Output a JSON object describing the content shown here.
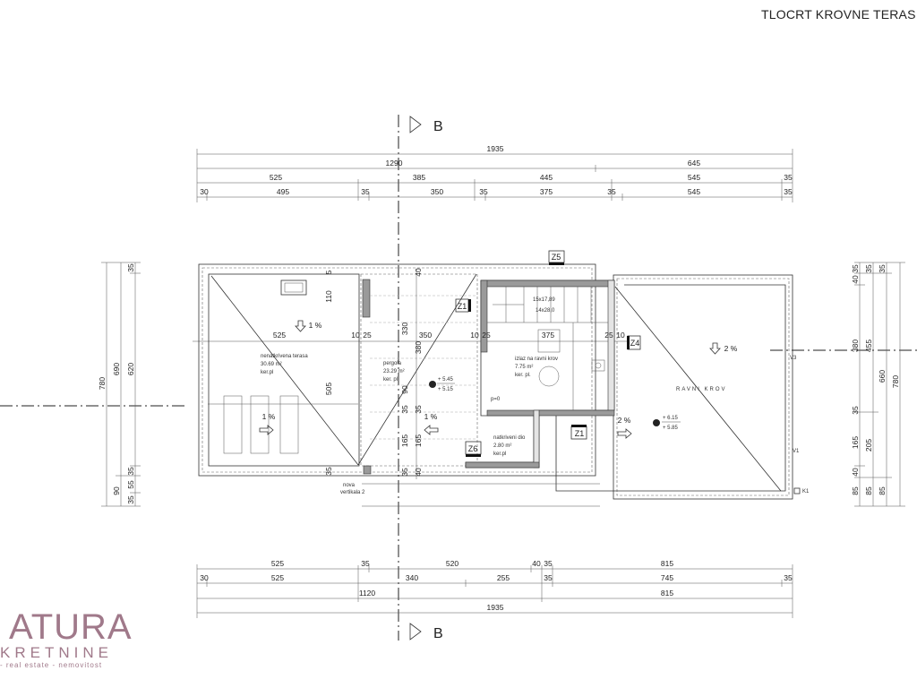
{
  "title": "TLOCRT KROVNE TERAS",
  "section_marker": "B",
  "logo": {
    "line1": "ATURA",
    "line2": "KRETNINE",
    "line3": "- real estate - nemovitost"
  },
  "dims_top": {
    "r1": [
      "1935"
    ],
    "r2": [
      "1290",
      "645"
    ],
    "r3": [
      "525",
      "385",
      "445",
      "545",
      "35"
    ],
    "r4": [
      "30",
      "495",
      "35",
      "350",
      "35",
      "375",
      "35",
      "545",
      "35"
    ]
  },
  "dims_bottom": {
    "r1": [
      "525",
      "35",
      "520",
      "40",
      "35",
      "815"
    ],
    "r2": [
      "30",
      "525",
      "340",
      "255",
      "35",
      "745",
      "35"
    ],
    "r3": [
      "1120",
      "815"
    ],
    "r4": [
      "1935"
    ]
  },
  "dims_left": {
    "c1": [
      "780"
    ],
    "c2": [
      "690",
      "90"
    ],
    "c3": [
      "35",
      "620",
      "35",
      "55",
      "35"
    ]
  },
  "dims_right": {
    "c1": [
      "35",
      "40",
      "380",
      "35",
      "165",
      "40",
      "85"
    ],
    "c2": [
      "35",
      "455",
      "205",
      "85"
    ],
    "c3": [
      "35",
      "660",
      "85"
    ],
    "c4": [
      "780"
    ]
  },
  "inner_dims": [
    "525",
    "10",
    "25",
    "350",
    "10",
    "25",
    "375",
    "25",
    "10",
    "110",
    "505",
    "330",
    "380",
    "90",
    "165",
    "165",
    "35",
    "35",
    "5",
    "35",
    "40",
    "35",
    "40"
  ],
  "rooms": [
    {
      "name": "nenatkrivena terasa",
      "area": "30.69 m²",
      "finish": "ker.pl"
    },
    {
      "name": "pergola",
      "area": "23.29 m²",
      "finish": "ker. pl."
    },
    {
      "name": "izlaz na ravni krov",
      "area": "7.75 m²",
      "finish": "ker. pl."
    },
    {
      "name": "natkriveni dio",
      "area": "2.80 m²",
      "finish": "ker.pl"
    },
    {
      "name": "RAVNI KROV"
    }
  ],
  "stairs": [
    "15x17,89",
    "14x28,0"
  ],
  "slopes": [
    "1 %",
    "1 %",
    "1 %",
    "2 %",
    "2 %"
  ],
  "levels": [
    {
      "top": "+ 5.45",
      "bottom": "+ 5.15"
    },
    {
      "top": "+ 6.15",
      "bottom": "+ 5.85"
    }
  ],
  "tags": [
    "Z1",
    "Z5",
    "Z4",
    "Z1",
    "Z6"
  ],
  "misc": [
    "nova",
    "vertikala 2",
    "p=0",
    "V3",
    "V1",
    "K1"
  ]
}
